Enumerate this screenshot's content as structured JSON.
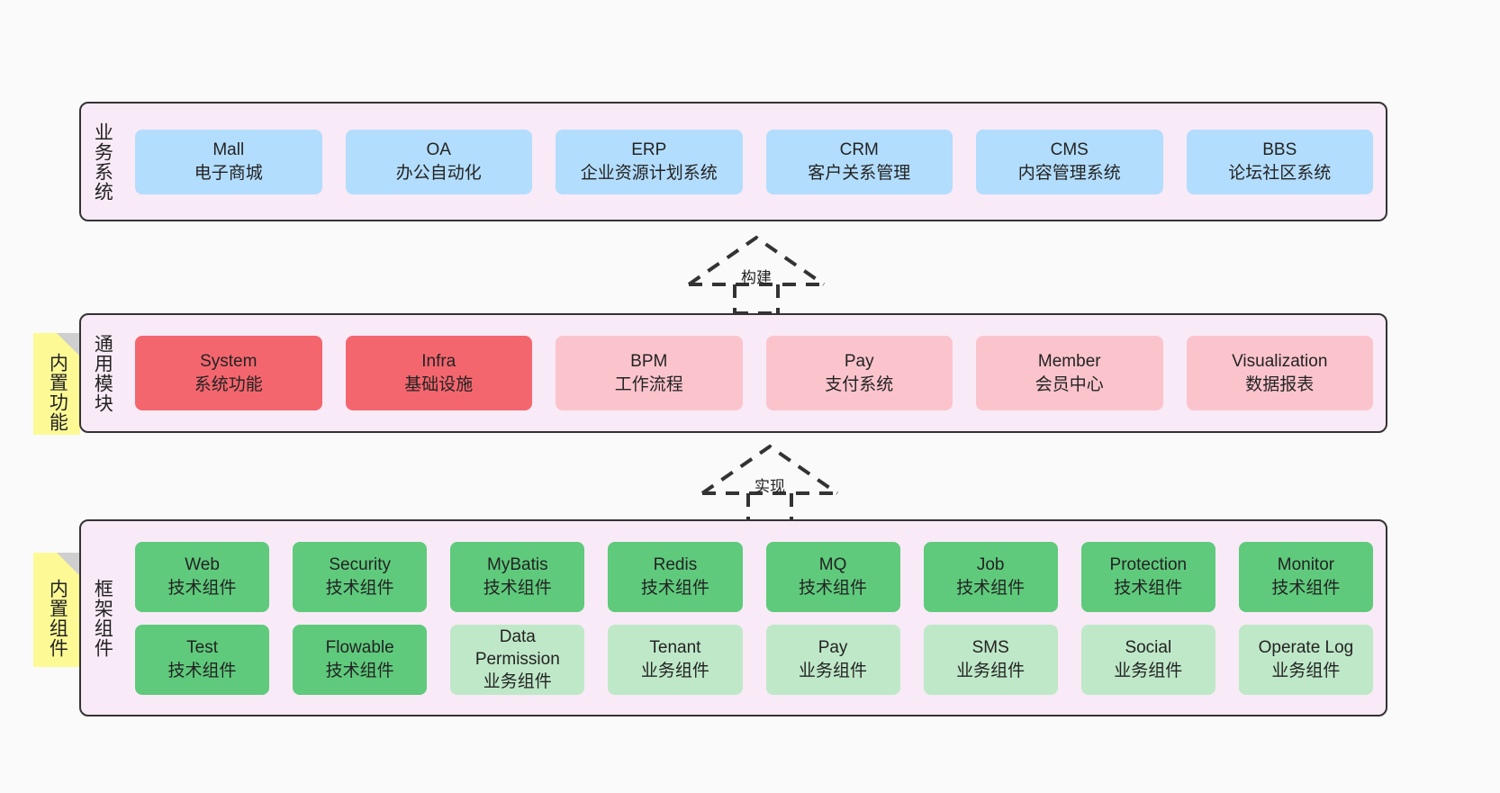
{
  "diagram": {
    "title": "",
    "colors": {
      "canvas": "#fafafa",
      "layer_band": "#f8eaf6",
      "layer_border": "#333333",
      "business_node": "#b3ddfd",
      "module_core": "#f4666e",
      "module_plain": "#fbc4cd",
      "tech_component": "#5fca7c",
      "biz_component": "#bfe8c8",
      "sticky_note": "#fdfa96",
      "sticky_fold": "#cfcfcf",
      "text": "#232323"
    }
  },
  "layers": [
    {
      "id": "business",
      "caption": "业务系统",
      "rows": [
        [
          {
            "en": "Mall",
            "cn": "电子商城",
            "style": "blue"
          },
          {
            "en": "OA",
            "cn": "办公自动化",
            "style": "blue"
          },
          {
            "en": "ERP",
            "cn": "企业资源计划系统",
            "style": "blue"
          },
          {
            "en": "CRM",
            "cn": "客户关系管理",
            "style": "blue"
          },
          {
            "en": "CMS",
            "cn": "内容管理系统",
            "style": "blue"
          },
          {
            "en": "BBS",
            "cn": "论坛社区系统",
            "style": "blue"
          }
        ]
      ]
    },
    {
      "id": "common",
      "caption": "通用模块",
      "sticky": "内置功能",
      "rows": [
        [
          {
            "en": "System",
            "cn": "系统功能",
            "style": "red"
          },
          {
            "en": "Infra",
            "cn": "基础设施",
            "style": "red"
          },
          {
            "en": "BPM",
            "cn": "工作流程",
            "style": "pink"
          },
          {
            "en": "Pay",
            "cn": "支付系统",
            "style": "pink"
          },
          {
            "en": "Member",
            "cn": "会员中心",
            "style": "pink"
          },
          {
            "en": "Visualization",
            "cn": "数据报表",
            "style": "pink"
          }
        ]
      ]
    },
    {
      "id": "framework",
      "caption": "框架组件",
      "sticky": "内置组件",
      "rows": [
        [
          {
            "en": "Web",
            "cn": "技术组件",
            "style": "green"
          },
          {
            "en": "Security",
            "cn": "技术组件",
            "style": "green"
          },
          {
            "en": "MyBatis",
            "cn": "技术组件",
            "style": "green"
          },
          {
            "en": "Redis",
            "cn": "技术组件",
            "style": "green"
          },
          {
            "en": "MQ",
            "cn": "技术组件",
            "style": "green"
          },
          {
            "en": "Job",
            "cn": "技术组件",
            "style": "green"
          },
          {
            "en": "Protection",
            "cn": "技术组件",
            "style": "green"
          },
          {
            "en": "Monitor",
            "cn": "技术组件",
            "style": "green"
          }
        ],
        [
          {
            "en": "Test",
            "cn": "技术组件",
            "style": "green"
          },
          {
            "en": "Flowable",
            "cn": "技术组件",
            "style": "green"
          },
          {
            "en": "Data Permission",
            "cn": "业务组件",
            "style": "green-light"
          },
          {
            "en": "Tenant",
            "cn": "业务组件",
            "style": "green-light"
          },
          {
            "en": "Pay",
            "cn": "业务组件",
            "style": "green-light"
          },
          {
            "en": "SMS",
            "cn": "业务组件",
            "style": "green-light"
          },
          {
            "en": "Social",
            "cn": "业务组件",
            "style": "green-light"
          },
          {
            "en": "Operate Log",
            "cn": "业务组件",
            "style": "green-light"
          }
        ]
      ]
    }
  ],
  "arrows": [
    {
      "id": "build",
      "label": "构建",
      "from": "common",
      "to": "business"
    },
    {
      "id": "implement",
      "label": "实现",
      "from": "framework",
      "to": "common"
    }
  ]
}
